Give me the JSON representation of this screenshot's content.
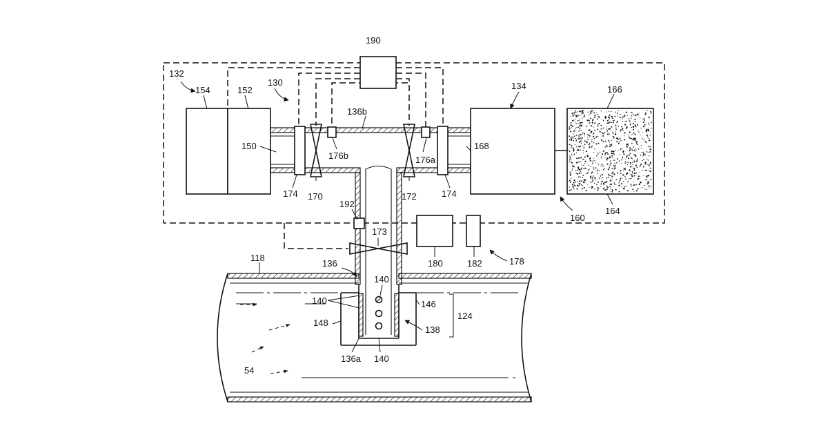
{
  "labels": {
    "l190": "190",
    "l132": "132",
    "l154": "154",
    "l152": "152",
    "l130": "130",
    "l134": "134",
    "l166": "166",
    "l136b": "136b",
    "l150": "150",
    "l176b": "176b",
    "l176a": "176a",
    "l168": "168",
    "l174a": "174",
    "l174b": "174",
    "l170": "170",
    "l172": "172",
    "l164": "164",
    "l160": "160",
    "l192": "192",
    "l173": "173",
    "l180": "180",
    "l182": "182",
    "l178": "178",
    "l118": "118",
    "l136": "136",
    "l140a": "140",
    "l140b": "140",
    "l140c": "140",
    "l146": "146",
    "l124": "124",
    "l148": "148",
    "l138": "138",
    "l54": "54",
    "l136a": "136a"
  }
}
